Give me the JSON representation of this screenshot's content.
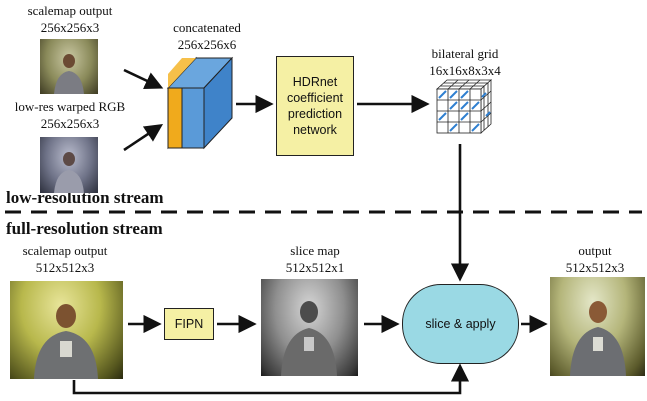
{
  "colors": {
    "yellow_box": "#f5f0a4",
    "cyan_node": "#9ad9e4",
    "cube_orange": "#f0aa1c",
    "cube_blue": "#5a9ad8",
    "grid_blue": "#2f7fd0",
    "arrow": "#111111"
  },
  "images": {
    "scalemap_small_label": "scalemap output",
    "scalemap_small_size": "256x256x3",
    "warped_label": "low-res warped RGB",
    "warped_size": "256x256x3",
    "scalemap_large_label": "scalemap output",
    "scalemap_large_size": "512x512x3",
    "slice_map_label": "slice map",
    "slice_map_size": "512x512x1",
    "output_label": "output",
    "output_size": "512x512x3"
  },
  "tensor": {
    "label": "concatenated",
    "size": "256x256x6"
  },
  "blocks": {
    "hdrnet_line1": "HDRnet",
    "hdrnet_line2": "coefficient",
    "hdrnet_line3": "prediction",
    "hdrnet_line4": "network",
    "fipn": "FIPN",
    "slice_apply": "slice & apply"
  },
  "grid": {
    "label": "bilateral grid",
    "size": "16x16x8x3x4"
  },
  "streams": {
    "low": "low-resolution stream",
    "full": "full-resolution stream"
  }
}
